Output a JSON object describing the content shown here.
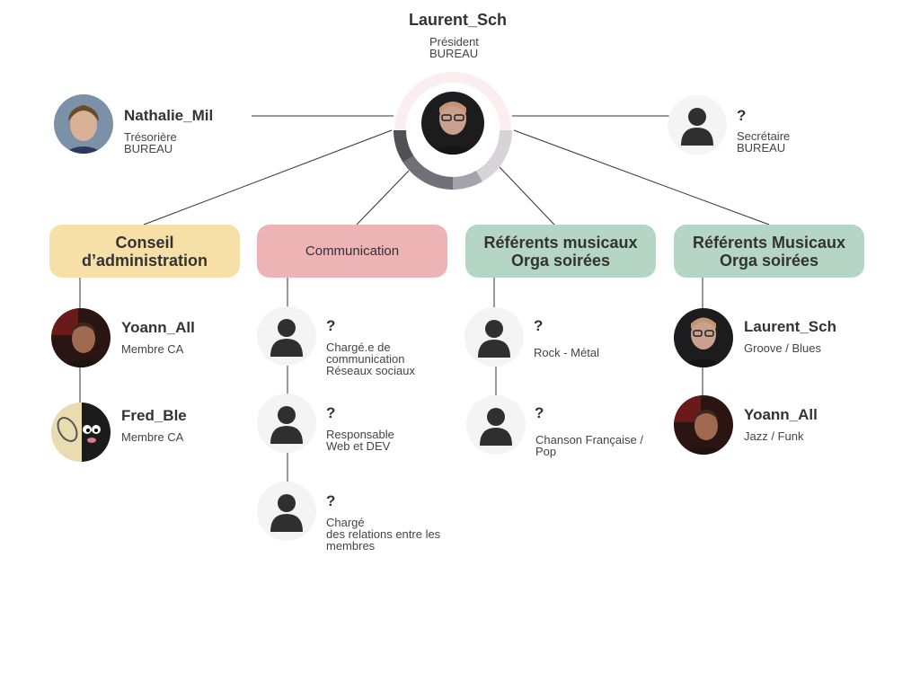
{
  "top": {
    "name": "Laurent_Sch",
    "role_line1": "Président",
    "role_line2": "BUREAU"
  },
  "left_officer": {
    "name": "Nathalie_Mil",
    "role_line1": "Trésorière",
    "role_line2": "BUREAU"
  },
  "right_officer": {
    "name": "?",
    "role_line1": "Secrétaire",
    "role_line2": "BUREAU"
  },
  "groups": [
    {
      "label_line1": "Conseil",
      "label_line2": "d’administration",
      "color": "#f7e0a8",
      "members": [
        {
          "name": "Yoann_All",
          "role": [
            "Membre CA"
          ]
        },
        {
          "name": "Fred_Ble",
          "role": [
            "Membre CA"
          ]
        }
      ]
    },
    {
      "label_line1": "Communication",
      "label_line2": "",
      "color": "#eeb3b5",
      "members": [
        {
          "name": "?",
          "role": [
            "Chargé.e de",
            "communication",
            "Réseaux sociaux"
          ]
        },
        {
          "name": "?",
          "role": [
            "Responsable",
            "Web et DEV"
          ]
        },
        {
          "name": "?",
          "role": [
            "Chargé",
            "des relations entre les",
            "membres"
          ]
        }
      ]
    },
    {
      "label_line1": "Référents musicaux",
      "label_line2": "Orga soirées",
      "color": "#b5d5c5",
      "members": [
        {
          "name": "?",
          "role": [
            "Rock - Métal"
          ]
        },
        {
          "name": "?",
          "role": [
            "Chanson Française /",
            "Pop"
          ]
        }
      ]
    },
    {
      "label_line1": "Référents Musicaux",
      "label_line2": "Orga soirées",
      "color": "#b5d5c5",
      "members": [
        {
          "name": "Laurent_Sch",
          "role": [
            "Groove / Blues"
          ]
        },
        {
          "name": "Yoann_All",
          "role": [
            "Jazz / Funk"
          ]
        }
      ]
    }
  ],
  "icons": {
    "placeholder": "person-silhouette-icon"
  }
}
